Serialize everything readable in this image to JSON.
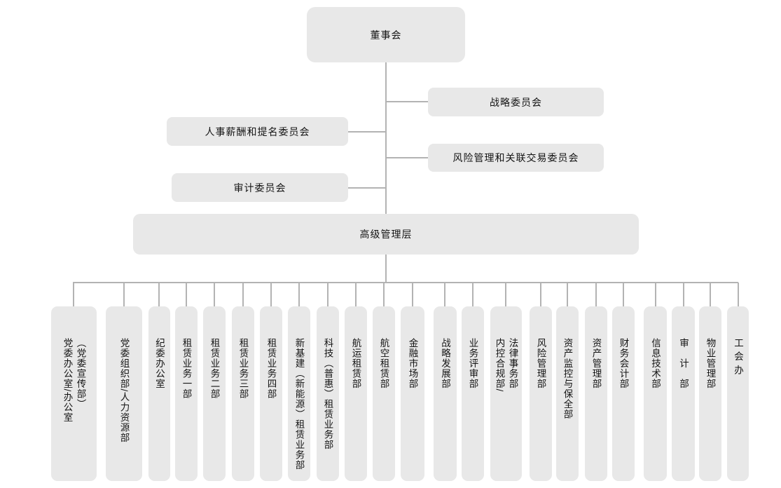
{
  "org_chart": {
    "board": "董事会",
    "committees": {
      "strategy": "战略委员会",
      "hr_nomination": "人事薪酬和提名委员会",
      "risk_related": "风险管理和关联交易委员会",
      "audit": "审计委员会"
    },
    "senior_management": "高级管理层",
    "departments": [
      "党委办公室/办公室\n（党委宣传部）",
      "党委组织部/人力资源部",
      "纪委办公室",
      "租赁业务一部",
      "租赁业务二部",
      "租赁业务三部",
      "租赁业务四部",
      "新基建（新能源）租赁业务部",
      "科技（普惠）租赁业务部",
      "航运租赁部",
      "航空租赁部",
      "金融市场部",
      "战略发展部",
      "业务评审部",
      "内控合规部/\n法律事务部",
      "风险管理部",
      "资产监控与保全部",
      "资产管理部",
      "财务会计部",
      "信息技术部",
      "审　计　部",
      "物业管理部",
      "工 会 办"
    ],
    "colors": {
      "box_fill": "#e8e8e8",
      "connector_line": "#b3b3b3",
      "text": "#141414",
      "background": "#ffffff"
    }
  }
}
